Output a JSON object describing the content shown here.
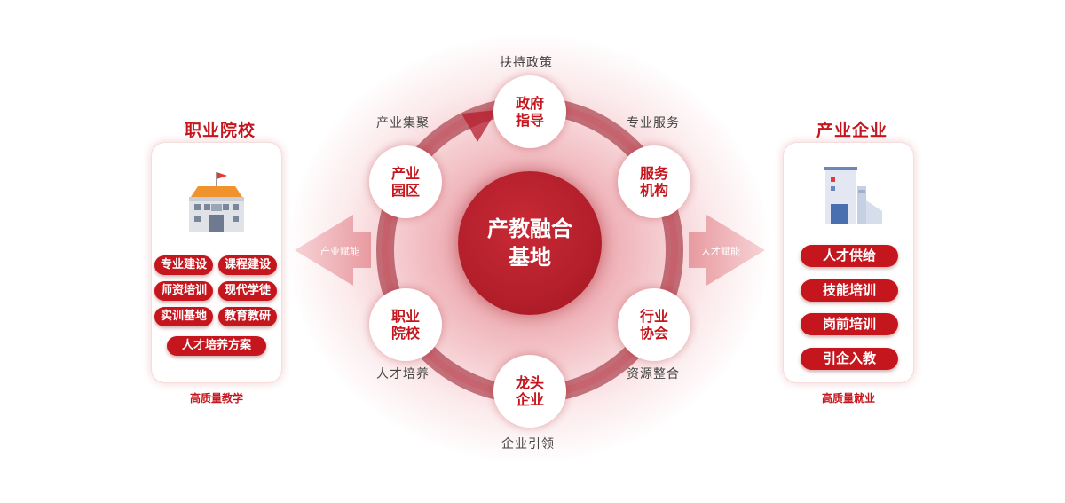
{
  "left_panel": {
    "title": "职业院校",
    "icon": "school-building-icon",
    "tags": [
      "专业建设",
      "课程建设",
      "师资培训",
      "现代学徒",
      "实训基地",
      "教育教研",
      "人才培养方案"
    ],
    "caption": "高质量教学"
  },
  "right_panel": {
    "title": "产业企业",
    "icon": "factory-building-icon",
    "tags": [
      "人才供给",
      "技能培训",
      "岗前培训",
      "引企入教"
    ],
    "caption": "高质量就业"
  },
  "arrows": {
    "left_label": "产业赋能",
    "right_label": "人才赋能"
  },
  "center": {
    "core": "产教融合基地",
    "nodes": {
      "top": "政府指导",
      "upper_right": "服务机构",
      "lower_right": "行业协会",
      "bottom": "龙头企业",
      "lower_left": "职业院校",
      "upper_left": "产业园区"
    },
    "labels": {
      "top": "扶持政策",
      "upper_right": "专业服务",
      "lower_right": "资源整合",
      "bottom": "企业引领",
      "lower_left": "人才培养",
      "upper_left": "产业集聚"
    }
  },
  "colors": {
    "brand_red": "#c5161d",
    "glow_red": "#d23c4b"
  }
}
